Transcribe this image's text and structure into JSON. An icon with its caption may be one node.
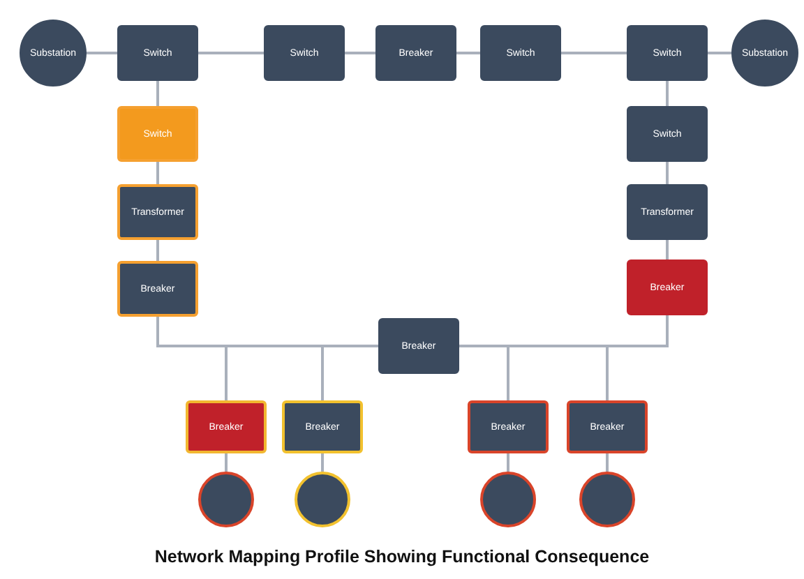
{
  "diagram": {
    "caption": "Network Mapping Profile Showing Functional Consequence",
    "nodes": [
      {
        "text": [
          "Substation"
        ]
      },
      {
        "text": [
          "Switch"
        ]
      },
      {
        "text": [
          "Switch"
        ]
      },
      {
        "text": [
          "Breaker"
        ]
      },
      {
        "text": [
          "Switch"
        ]
      },
      {
        "text": [
          "Switch"
        ]
      },
      {
        "text": [
          "Substation"
        ]
      },
      {
        "text": [
          "Switch"
        ]
      },
      {
        "text": [
          "Transformer"
        ]
      },
      {
        "text": [
          "Breaker"
        ]
      },
      {
        "text": [
          "Switch"
        ]
      },
      {
        "text": [
          "Transformer"
        ]
      },
      {
        "text": [
          "Breaker"
        ]
      },
      {
        "text": [
          "Breaker"
        ]
      },
      {
        "text": [
          "Breaker"
        ]
      },
      {
        "text": [
          "Breaker"
        ]
      },
      {
        "text": [
          "Breaker"
        ]
      },
      {
        "text": [
          "Breaker"
        ]
      },
      {
        "text": [],
        "shape": "circle"
      },
      {
        "text": [],
        "shape": "circle"
      },
      {
        "text": [],
        "shape": "circle"
      },
      {
        "text": [],
        "shape": "circle"
      }
    ],
    "edges": [
      {
        "from": 0,
        "to": 1,
        "arrow": "none"
      },
      {
        "from": 1,
        "to": 2,
        "arrow": "none"
      },
      {
        "from": 2,
        "to": 3,
        "arrow": "none"
      },
      {
        "from": 3,
        "to": 4,
        "arrow": "none"
      },
      {
        "from": 4,
        "to": 5,
        "arrow": "none"
      },
      {
        "from": 5,
        "to": 6,
        "arrow": "none"
      },
      {
        "from": 1,
        "to": 7,
        "arrow": "none"
      },
      {
        "from": 7,
        "to": 8,
        "arrow": "none"
      },
      {
        "from": 8,
        "to": 9,
        "arrow": "none"
      },
      {
        "from": 5,
        "to": 10,
        "arrow": "none"
      },
      {
        "from": 10,
        "to": 11,
        "arrow": "none"
      },
      {
        "from": 11,
        "to": 12,
        "arrow": "none"
      },
      {
        "from": 9,
        "to": 13,
        "arrow": "none"
      },
      {
        "from": 12,
        "to": 13,
        "arrow": "none"
      },
      {
        "from": 9,
        "to": 14,
        "arrow": "none"
      },
      {
        "from": 9,
        "to": 15,
        "arrow": "none"
      },
      {
        "from": 12,
        "to": 16,
        "arrow": "none"
      },
      {
        "from": 12,
        "to": 17,
        "arrow": "none"
      },
      {
        "from": 14,
        "to": 18,
        "arrow": "none"
      },
      {
        "from": 15,
        "to": 19,
        "arrow": "none"
      },
      {
        "from": 16,
        "to": 20,
        "arrow": "none"
      },
      {
        "from": 17,
        "to": 21,
        "arrow": "none"
      }
    ]
  }
}
